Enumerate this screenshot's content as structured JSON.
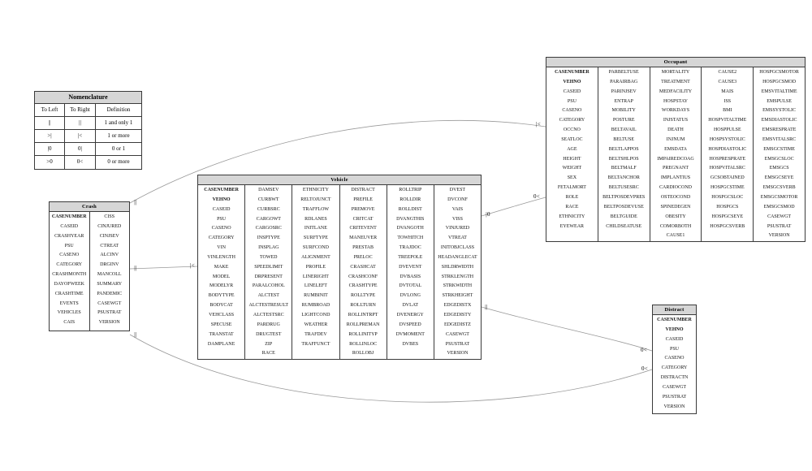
{
  "nomenclature": {
    "title": "Nomenclature",
    "headers": [
      "To Left",
      "To Right",
      "Definition"
    ],
    "rows": [
      [
        "||",
        "||",
        "1 and only 1"
      ],
      [
        ">|",
        "|<",
        "1 or more"
      ],
      [
        "|0",
        "0|",
        "0 or 1"
      ],
      [
        ">0",
        "0<",
        "0 or more"
      ]
    ]
  },
  "key_fields": [
    "CASENUMBER",
    "VEHNO"
  ],
  "tables": {
    "crash": {
      "title": "Crash",
      "columns": [
        [
          "CASENUMBER",
          "CASEID",
          "CRASHYEAR",
          "PSU",
          "CASENO",
          "CATEGORY",
          "CRASHMONTH",
          "DAYOFWEEK",
          "CRASHTIME",
          "EVENTS",
          "VEHICLES",
          "CAIS"
        ],
        [
          "CISS",
          "CINJURED",
          "CINJSEV",
          "CTREAT",
          "ALCINV",
          "DRGINV",
          "MANCOLL",
          "SUMMARY",
          "PANDEMIC",
          "CASEWGT",
          "PSUSTRAT",
          "VERSION"
        ]
      ]
    },
    "vehicle": {
      "title": "Vehicle",
      "columns": [
        [
          "CASENUMBER",
          "VEHNO",
          "CASEID",
          "PSU",
          "CASENO",
          "CATEGORY",
          "VIN",
          "VINLENGTH",
          "MAKE",
          "MODEL",
          "MODELYR",
          "BODYTYPE",
          "BODYCAT",
          "VEHCLASS",
          "SPECUSE",
          "TRANSTAT",
          "DAMPLANE"
        ],
        [
          "DAMSEV",
          "CURBWT",
          "CURBSRC",
          "CARGOWT",
          "CARGOSRC",
          "INSPTYPE",
          "INSPLAG",
          "TOWED",
          "SPEEDLIMIT",
          "DRPRESENT",
          "PARALCOHOL",
          "ALCTEST",
          "ALCTESTRESULT",
          "ALCTESTSRC",
          "PARDRUG",
          "DRUGTEST",
          "ZIP",
          "RACE"
        ],
        [
          "ETHNICITY",
          "RELTOJUNCT",
          "TRAFFLOW",
          "RDLANES",
          "INITLANE",
          "SURFTYPE",
          "SURFCOND",
          "ALIGNMENT",
          "PROFILE",
          "LINERIGHT",
          "LINELEFT",
          "RUMBINIT",
          "RUMBROAD",
          "LIGHTCOND",
          "WEATHER",
          "TRAFDEV",
          "TRAFFUNCT"
        ],
        [
          "DISTRACT",
          "PREFILE",
          "PREMOVE",
          "CRITCAT",
          "CRITEVENT",
          "MANEUVER",
          "PRESTAB",
          "PRELOC",
          "CRASHCAT",
          "CRASHCONF",
          "CRASHTYPE",
          "ROLLTYPE",
          "ROLLTURN",
          "ROLLINTRPT",
          "ROLLPREMAN",
          "ROLLINITYP",
          "ROLLINLOC",
          "ROLLOBJ"
        ],
        [
          "ROLLTRIP",
          "ROLLDIR",
          "ROLLDIST",
          "DVANGTHIS",
          "DVANGOTH",
          "TOWHITCH",
          "TRAJDOC",
          "TREEPOLE",
          "DVEVENT",
          "DVBASIS",
          "DVTOTAL",
          "DVLONG",
          "DVLAT",
          "DVENERGY",
          "DVSPEED",
          "DVMOMENT",
          "DVBES"
        ],
        [
          "DVEST",
          "DVCONF",
          "VAIS",
          "VISS",
          "VINJURED",
          "VTREAT",
          "INITOBJCLASS",
          "HEADANGLECAT",
          "SHLDRWIDTH",
          "STRKLENGTH",
          "STRKWIDTH",
          "STRKHEIGHT",
          "EDGEDISTX",
          "EDGEDISTY",
          "EDGEDISTZ",
          "CASEWGT",
          "PSUSTRAT",
          "VERSION"
        ]
      ]
    },
    "occupant": {
      "title": "Occupant",
      "columns": [
        [
          "CASENUMBER",
          "VEHNO",
          "CASEID",
          "PSU",
          "CASENO",
          "CATEGORY",
          "OCCNO",
          "SEATLOC",
          "AGE",
          "HEIGHT",
          "WEIGHT",
          "SEX",
          "FETALMORT",
          "ROLE",
          "RACE",
          "ETHNICITY",
          "EYEWEAR"
        ],
        [
          "PARBELTUSE",
          "PARAIRBAG",
          "PARINJSEV",
          "ENTRAP",
          "MOBILITY",
          "POSTURE",
          "BELTAVAIL",
          "BELTUSE",
          "BELTLAPPOS",
          "BELTSHLPOS",
          "BELTMALF",
          "BELTANCHOR",
          "BELTUSESRC",
          "BELTPOSDEVPRES",
          "BELTPOSDEVUSE",
          "BELTGUIDE",
          "CHILDSEATUSE"
        ],
        [
          "MORTALITY",
          "TREATMENT",
          "MEDFACILITY",
          "HOSPSTAY",
          "WORKDAYS",
          "INJSTATUS",
          "DEATH",
          "INJNUM",
          "EMSDATA",
          "IMPAIREDCOAG",
          "PREGNANT",
          "IMPLANTIUS",
          "CARDIOCOND",
          "OSTEOCOND",
          "SPINEDEGEN",
          "OBESITY",
          "COMORBOTH",
          "CAUSE1"
        ],
        [
          "CAUSE2",
          "CAUSE3",
          "MAIS",
          "ISS",
          "BMI",
          "HOSPVITALTIME",
          "HOSPPULSE",
          "HOSPSYSTOLIC",
          "HOSPDIASTOLIC",
          "HOSPRESPRATE",
          "HOSPVITALSRC",
          "GCSOBTAINED",
          "HOSPGCSTIME",
          "HOSPGCSLOC",
          "HOSPGCS",
          "HOSPGCSEYE",
          "HOSPGCSVERB"
        ],
        [
          "HOSPGCSMOTOR",
          "HOSPGCSMOD",
          "EMSVITALTIME",
          "EMSPULSE",
          "EMSSYSTOLIC",
          "EMSDIASTOLIC",
          "EMSRESPRATE",
          "EMSVITALSRC",
          "EMSGCSTIME",
          "EMSGCSLOC",
          "EMSGCS",
          "EMSGCSEYE",
          "EMSGCSVERB",
          "EMSGCSMOTOR",
          "EMSGCSMOD",
          "CASEWGT",
          "PSUSTRAT",
          "VERSION"
        ]
      ]
    },
    "distract": {
      "title": "Distract",
      "columns": [
        [
          "CASENUMBER",
          "VEHNO",
          "CASEID",
          "PSU",
          "CASENO",
          "CATEGORY",
          "DISTRACTN",
          "CASEWGT",
          "PSUSTRAT",
          "VERSION"
        ]
      ]
    }
  },
  "connectors": {
    "crash_vehicle": {
      "from": "||",
      "to": "|<"
    },
    "crash_occupant": {
      "from": "||",
      "to": "|<"
    },
    "crash_distract": {
      "from": "||",
      "to": "0<"
    },
    "vehicle_occupant": {
      "from": "|0",
      "to": "0<"
    },
    "vehicle_distract": {
      "from": "||",
      "to": "0<"
    }
  },
  "colors": {
    "header_fill": "#d6d6d6",
    "border": "#3a3a3a",
    "line": "#999999"
  }
}
